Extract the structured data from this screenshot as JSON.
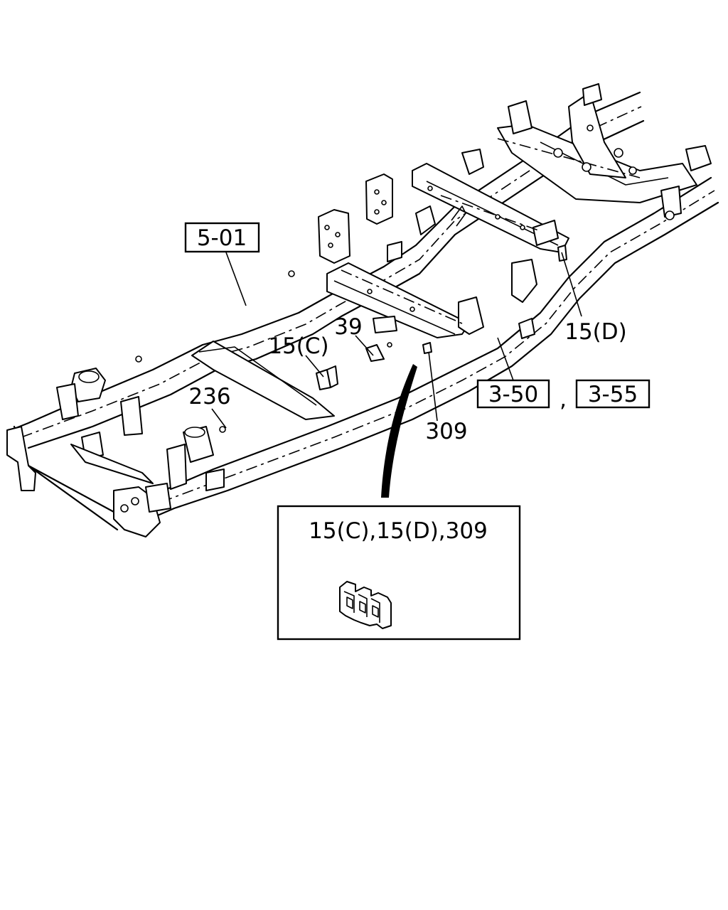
{
  "callouts": {
    "frame_ref": "5-01",
    "ref_a": "3-50",
    "separator": ",",
    "ref_b": "3-55",
    "part_15d": "15(D)",
    "part_39": "39",
    "part_15c": "15(C)",
    "part_236": "236",
    "part_309": "309"
  },
  "detail_box": {
    "label": "15(C),15(D),309"
  }
}
